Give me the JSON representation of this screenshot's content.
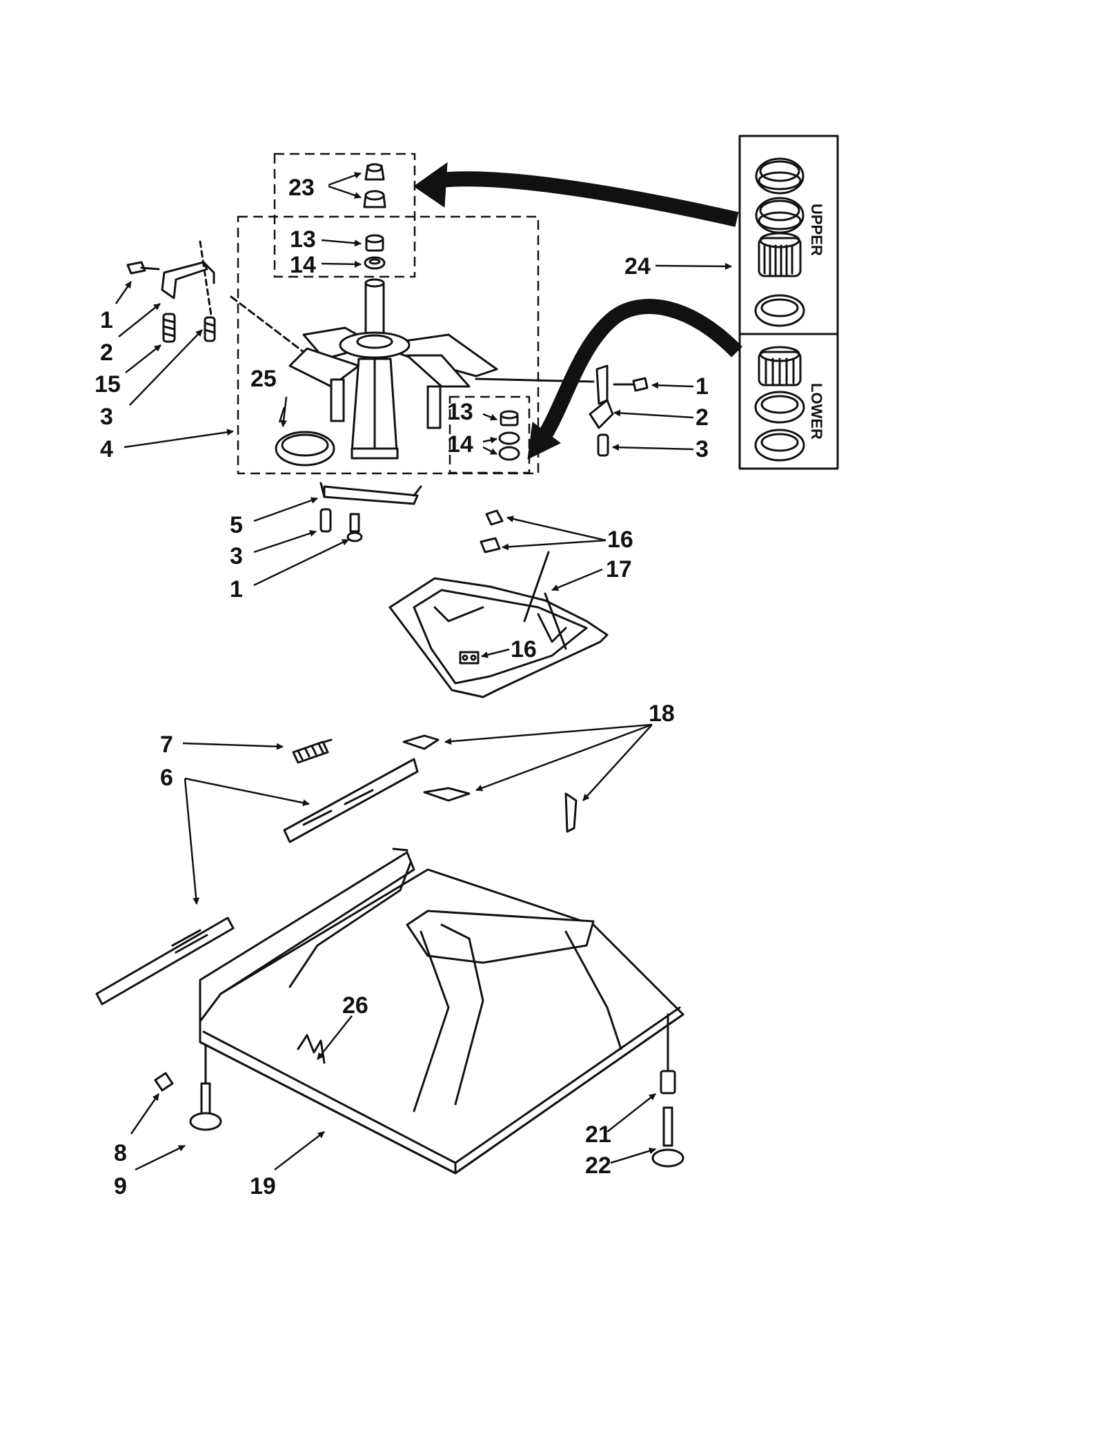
{
  "callouts": {
    "c1a": "1",
    "c1b": "1",
    "c1c": "1",
    "c2a": "2",
    "c2b": "2",
    "c3a": "3",
    "c3b": "3",
    "c3c": "3",
    "c4": "4",
    "c5": "5",
    "c6": "6",
    "c7": "7",
    "c8": "8",
    "c9": "9",
    "c13a": "13",
    "c13b": "13",
    "c14a": "14",
    "c14b": "14",
    "c15": "15",
    "c16a": "16",
    "c16b": "16",
    "c17": "17",
    "c18": "18",
    "c19": "19",
    "c21": "21",
    "c22": "22",
    "c23": "23",
    "c24": "24",
    "c25": "25",
    "c26": "26"
  },
  "inset": {
    "upper_label": "UPPER",
    "lower_label": "LOWER"
  }
}
